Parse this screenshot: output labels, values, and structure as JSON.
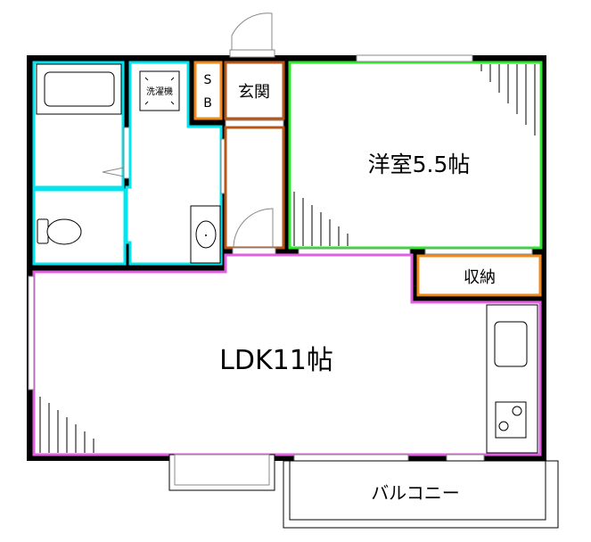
{
  "rooms": {
    "western_room": "洋室5.5帖",
    "ldk": "LDK11帖",
    "entrance": "玄関",
    "storage": "収納",
    "shoe_box_s": "S",
    "shoe_box_b": "B",
    "washing_machine": "洗濯機",
    "balcony": "バルコニー"
  },
  "colors": {
    "wall": "#000000",
    "wet_area": "#00e5ee",
    "entrance": "#b5561b",
    "storage": "#f08a1c",
    "western_room": "#2ee82e",
    "ldk": "#e060e0"
  }
}
